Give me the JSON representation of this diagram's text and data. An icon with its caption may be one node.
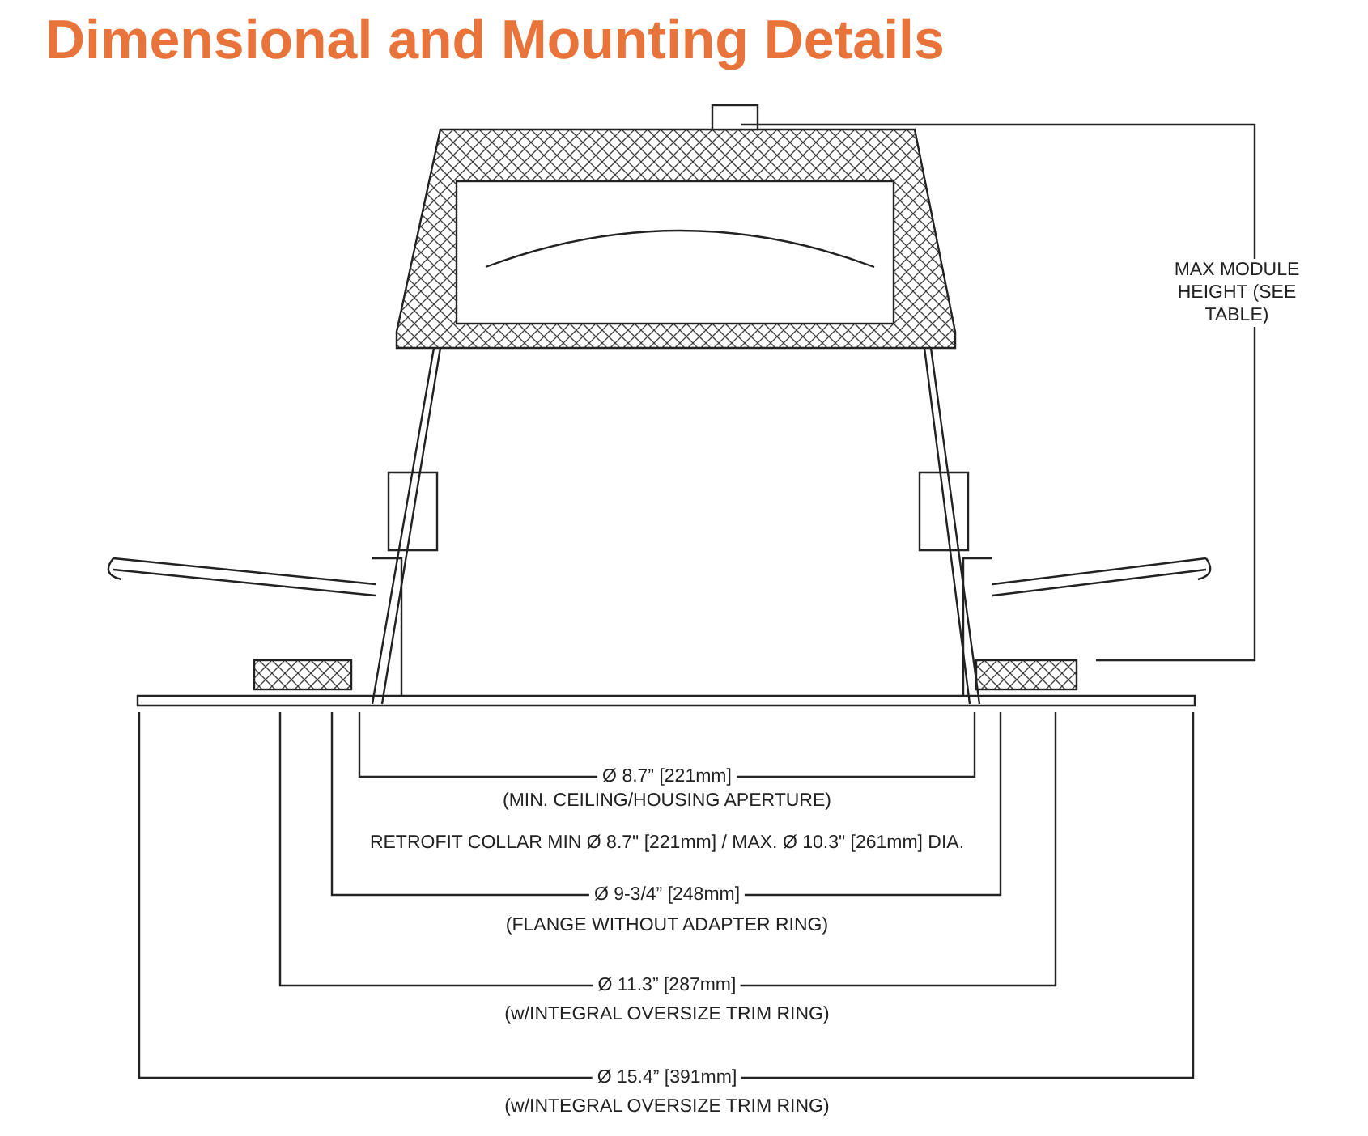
{
  "diagram": {
    "title": "Dimensional and Mounting Details",
    "labels": [
      "MAX MODULE HEIGHT (SEE TABLE)",
      "Ø 8.7” [221mm]",
      "(MIN. CEILING/HOUSING APERTURE)",
      "RETROFIT COLLAR MIN Ø 8.7\" [221mm] / MAX. Ø 10.3\" [261mm] DIA.",
      "Ø 9-3/4” [248mm]",
      "(FLANGE WITHOUT ADAPTER RING)",
      "Ø 11.3” [287mm]",
      "(w/INTEGRAL OVERSIZE TRIM RING)",
      "Ø 15.4” [391mm]",
      "(w/INTEGRAL OVERSIZE TRIM RING)"
    ]
  }
}
